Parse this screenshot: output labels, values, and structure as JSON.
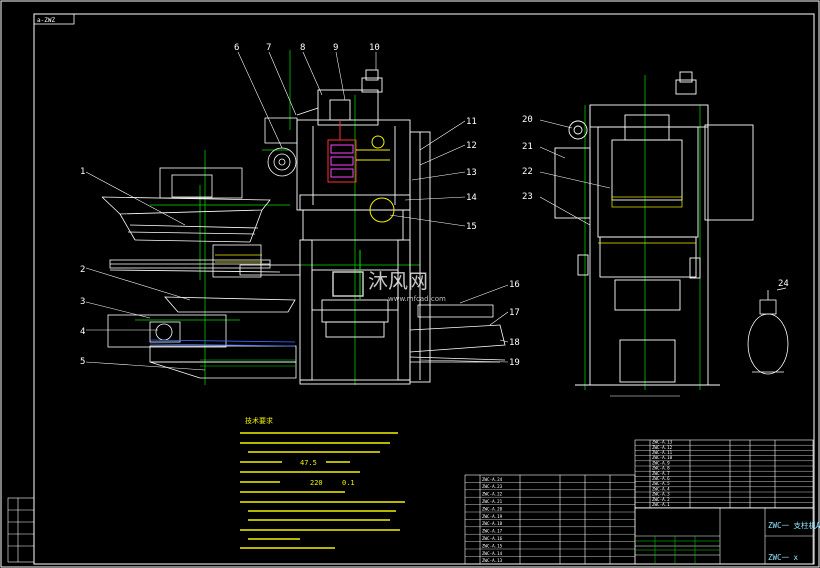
{
  "drawing": {
    "corner_tag": "a-ZWZ",
    "watermark": "沐风网",
    "watermark_url": "www.mfcad.com",
    "callouts": [
      "1",
      "2",
      "3",
      "4",
      "5",
      "6",
      "7",
      "8",
      "9",
      "10",
      "11",
      "12",
      "13",
      "14",
      "15",
      "16",
      "17",
      "18",
      "19",
      "20",
      "21",
      "22",
      "23",
      "24"
    ],
    "title_block": {
      "product_name": "ZWC一 支柱机A",
      "drawing_code": "ZWC一 x",
      "right_parts": [
        "ZWC-A.13",
        "ZWC-A.12",
        "ZWC-A.11",
        "ZWC-A.10",
        "ZWC-A.9",
        "ZWC-A.8",
        "ZWC-A.7",
        "ZWC-A.6",
        "ZWC-A.5",
        "ZWC-A.4",
        "ZWC-A.3",
        "ZWC-A.2",
        "ZWC-A.1"
      ],
      "left_parts": [
        "ZWC-A.24",
        "ZWC-A.23",
        "ZWC-A.22",
        "ZWC-A.21",
        "ZWC-A.20",
        "ZWC-A.19",
        "ZWC-A.18",
        "ZWC-A.17",
        "ZWC-A.16",
        "ZWC-A.15",
        "ZWC-A.14",
        "ZWC-A.13"
      ]
    },
    "notes": {
      "heading": "技术要求",
      "values": [
        "220",
        "0.1",
        "47.5"
      ]
    },
    "colors": {
      "background": "#000000",
      "frame": "#ffffff",
      "centerline": "#00e000",
      "label": "#ffffff",
      "yellow": "#f2f200",
      "cyan": "#8fe8ff",
      "red": "#ff3030",
      "magenta": "#ff40ff",
      "blue": "#3a6dff"
    }
  }
}
